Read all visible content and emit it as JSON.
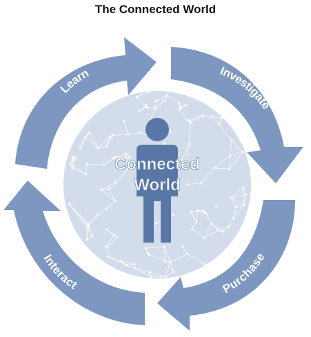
{
  "title": "The Connected World",
  "center": {
    "line1": "Connected",
    "line2": "World"
  },
  "steps": [
    {
      "label": "Learn"
    },
    {
      "label": "Investigate"
    },
    {
      "label": "Purchase"
    },
    {
      "label": "Interact"
    }
  ],
  "colors": {
    "arrow": "#7d97c1",
    "circle_fill": "#d3dcea",
    "person": "#5877a6",
    "network": "#ffffff"
  }
}
